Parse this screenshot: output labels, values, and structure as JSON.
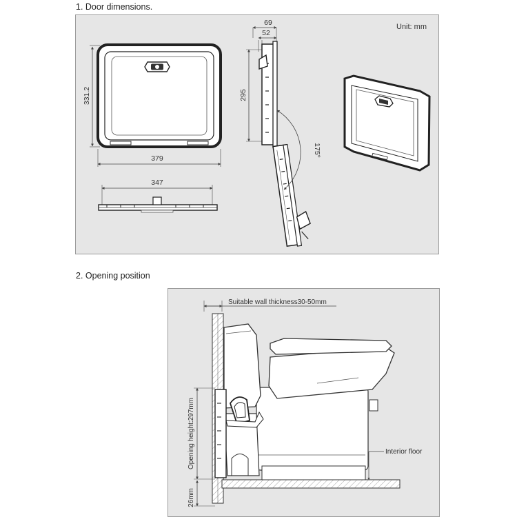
{
  "section1": {
    "heading": "1. Door dimensions.",
    "unit": "Unit: mm",
    "dims": {
      "height_front": "331.2",
      "width_front": "379",
      "width_bottom": "347",
      "depth_outer": "69",
      "depth_inner": "52",
      "side_height": "295",
      "angle": "175°"
    }
  },
  "section2": {
    "heading": "2. Opening position",
    "wall_label": "Suitable wall thickness30-50mm",
    "opening_label": "Opening height:297mm",
    "floor_gap_label": "26mm",
    "floor_label": "Interior floor"
  }
}
